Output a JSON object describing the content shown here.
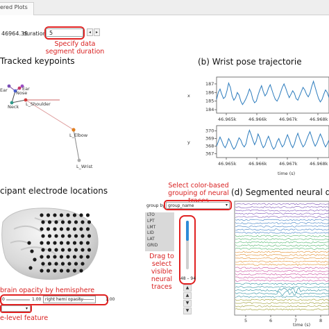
{
  "tabs": {
    "active_label": "ered Plots"
  },
  "controls": {
    "start_value": "46964.39",
    "duration_label": "duration (s)",
    "duration_value": "5",
    "step_down": "◂",
    "step_up": "▸"
  },
  "annotations": {
    "duration": [
      "Specify data",
      "segment duration"
    ],
    "grouping": [
      "Select color-based",
      "grouping of neural traces"
    ],
    "traces": [
      "Drag to select",
      "visible neural",
      "traces"
    ],
    "opacity": "brain opacity by hemisphere",
    "feature": "e-level feature"
  },
  "panels": {
    "keypoints_title": "Tracked keypoints",
    "wrist_title": "(b) Wrist pose trajectorie",
    "electrodes_title": "cipant electrode locations",
    "neural_title": "(d) Segmented neural da"
  },
  "keypoints": {
    "labels": [
      "Ear",
      "Ear",
      "Nose",
      "Neck",
      "L_Shoulder",
      "L_Elbow",
      "L_Wrist"
    ]
  },
  "wrist_x_chart": {
    "ylabel": "x",
    "yticks": [
      "187",
      "186",
      "185",
      "184"
    ],
    "xticks": [
      "46.965k",
      "46.966k",
      "46.967k",
      "46.968k"
    ],
    "ylim": [
      183.6,
      187.8
    ],
    "values": [
      185.2,
      186.0,
      186.4,
      185.8,
      185.3,
      185.5,
      186.2,
      187.1,
      186.6,
      185.6,
      185.1,
      185.4,
      186.0,
      185.7,
      185.0,
      184.6,
      184.9,
      185.3,
      185.8,
      186.4,
      186.0,
      185.2,
      184.8,
      185.0,
      185.7,
      186.3,
      186.8,
      186.1,
      185.6,
      185.9,
      186.5,
      186.9,
      186.3,
      185.7,
      185.2,
      185.0,
      185.4,
      186.0,
      186.6,
      187.0,
      186.5,
      185.9,
      185.4,
      185.8,
      186.2,
      185.9,
      185.3,
      185.1,
      185.6,
      186.1,
      186.6,
      186.3,
      185.8,
      185.5,
      185.9,
      186.7,
      187.3,
      186.6,
      185.9,
      185.3,
      184.9,
      185.2,
      185.8,
      186.3,
      186.0,
      185.4
    ]
  },
  "wrist_y_chart": {
    "ylabel": "y",
    "yticks": [
      "370",
      "369",
      "368",
      "367"
    ],
    "xticks": [
      "46.965k",
      "46.966k",
      "46.967k",
      "46.968k"
    ],
    "xlabel": "time (s)",
    "ylim": [
      366.5,
      370.7
    ],
    "values": [
      368.0,
      368.6,
      369.2,
      368.7,
      368.1,
      367.8,
      368.3,
      369.0,
      368.6,
      368.0,
      367.6,
      367.9,
      368.5,
      369.1,
      368.8,
      368.2,
      367.9,
      368.3,
      369.4,
      370.1,
      369.5,
      368.8,
      368.2,
      368.7,
      369.6,
      369.1,
      368.3,
      367.8,
      368.1,
      368.8,
      369.3,
      368.7,
      368.0,
      367.6,
      367.9,
      368.6,
      369.0,
      368.4,
      367.9,
      368.2,
      368.9,
      369.5,
      368.9,
      368.2,
      367.8,
      368.3,
      369.1,
      369.7,
      369.0,
      368.4,
      367.9,
      368.2,
      368.8,
      369.4,
      369.9,
      369.2,
      368.5,
      368.0,
      368.4,
      369.0,
      369.6,
      369.1,
      368.4,
      367.9,
      368.3,
      368.8
    ]
  },
  "neural_chart": {
    "xticks": [
      "5",
      "6",
      "7",
      "8"
    ],
    "xlabel": "time (s)",
    "colors": [
      "#7b4fb5",
      "#3f7fc4",
      "#4db46a",
      "#e28b2a",
      "#c94c9d",
      "#2c8fa0",
      "#9a9a2e",
      "#5a5a5a"
    ]
  },
  "group_selector": {
    "label": "group by",
    "value": "group_name",
    "channels": [
      "LTO",
      "LPT",
      "LMT",
      "LID",
      "LAT",
      "GRID"
    ]
  },
  "range_slider": {
    "value": "48 – 94",
    "position": 0.42,
    "buttons": [
      "▲",
      "▲",
      "▼",
      "▼"
    ]
  },
  "opacity_controls": {
    "left_min": "0",
    "left_max": "1.00",
    "right_label": "right hemi opacity",
    "right_max": "1.00"
  },
  "colors": {
    "annotation_red": "#e02020",
    "line_blue": "#2b7bbd",
    "slider_blue": "#2d8bd8"
  }
}
